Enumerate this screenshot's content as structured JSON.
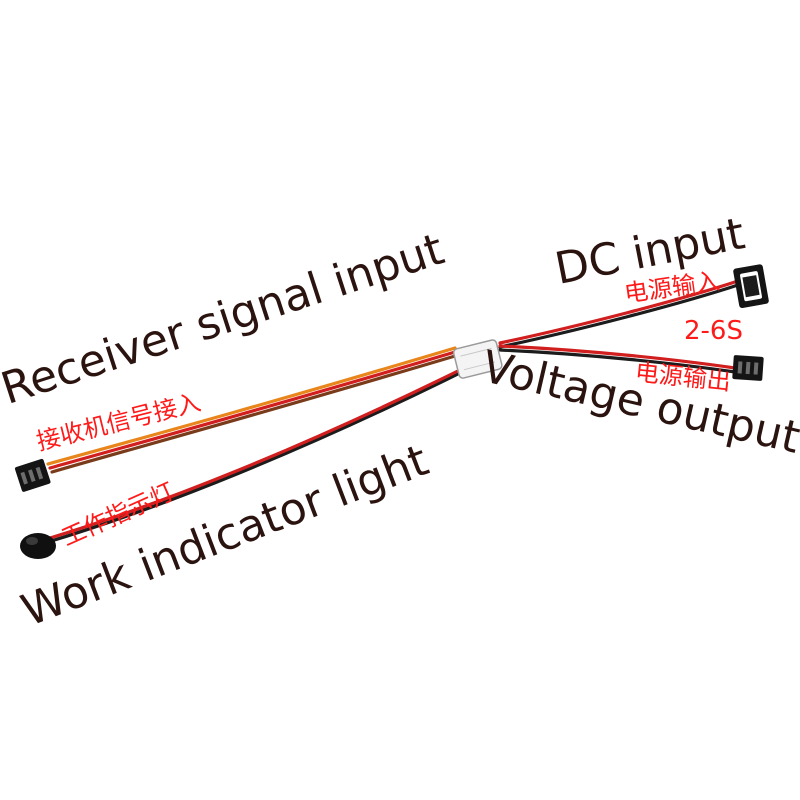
{
  "labels": {
    "receiver_en": "Receiver signal input",
    "receiver_cn": "接收机信号接入",
    "work_en": "Work indicator light",
    "work_cn": "工作指示灯",
    "dc_en": "DC input",
    "dc_cn": "电源输入",
    "voltage_range": "2-6S",
    "voltage_en": "Voltage output",
    "voltage_cn": "电源输出"
  },
  "colors": {
    "label_text": "#2b140f",
    "label_cn": "#ff1a1a",
    "wire_red": "#d11f1f",
    "wire_black": "#1c1c1c",
    "wire_orange": "#e8861c",
    "connector": "#141414",
    "module_body": "#f4f4f4"
  },
  "icons": [
    "servo-connector-icon",
    "led-indicator-icon",
    "switch-module-icon"
  ]
}
